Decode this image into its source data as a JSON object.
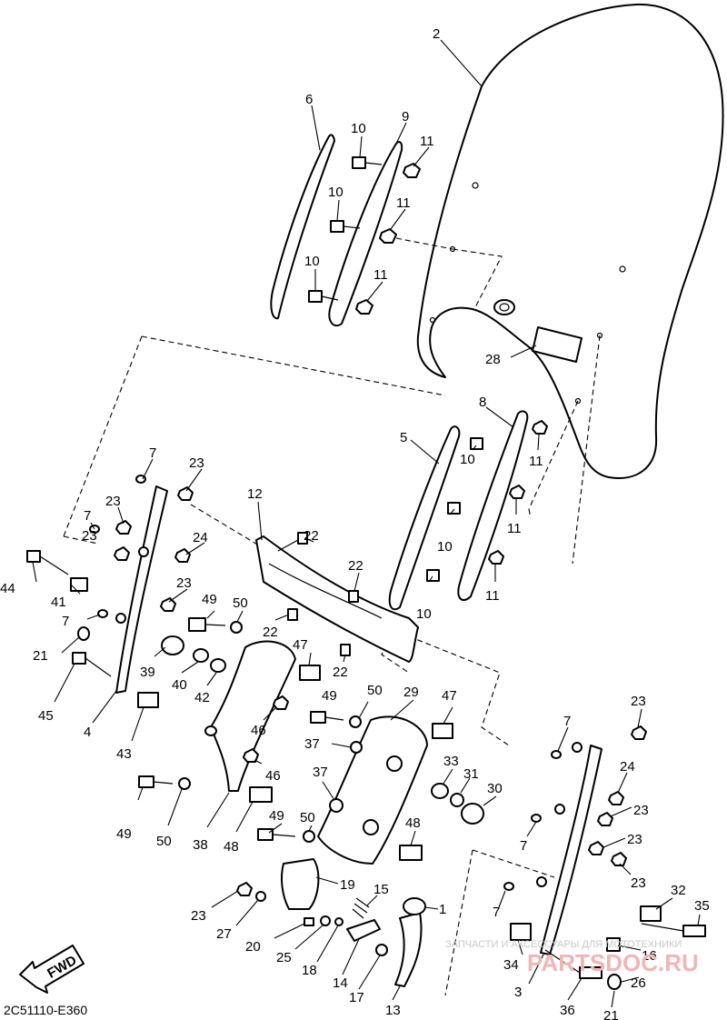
{
  "diagram_code": "2C51110-E360",
  "fwd_label": "FWD",
  "watermark": {
    "line1": "ЗАПЧАСТИ И АКСЕССУАРЫ ДЛЯ МОТОТЕХНИКИ",
    "line2": "PARTSDOC.RU"
  },
  "callouts": [
    {
      "id": "c1",
      "text": "1"
    },
    {
      "id": "c2",
      "text": "2"
    },
    {
      "id": "c3",
      "text": "3"
    },
    {
      "id": "c4",
      "text": "4"
    },
    {
      "id": "c5",
      "text": "5"
    },
    {
      "id": "c6",
      "text": "6"
    },
    {
      "id": "c7a",
      "text": "7"
    },
    {
      "id": "c7b",
      "text": "7"
    },
    {
      "id": "c7c",
      "text": "7"
    },
    {
      "id": "c7d",
      "text": "7"
    },
    {
      "id": "c7e",
      "text": "7"
    },
    {
      "id": "c7f",
      "text": "7"
    },
    {
      "id": "c8",
      "text": "8"
    },
    {
      "id": "c9",
      "text": "9"
    },
    {
      "id": "c10a",
      "text": "10"
    },
    {
      "id": "c10b",
      "text": "10"
    },
    {
      "id": "c10c",
      "text": "10"
    },
    {
      "id": "c10d",
      "text": "10"
    },
    {
      "id": "c10e",
      "text": "10"
    },
    {
      "id": "c10f",
      "text": "10"
    },
    {
      "id": "c11a",
      "text": "11"
    },
    {
      "id": "c11b",
      "text": "11"
    },
    {
      "id": "c11c",
      "text": "11"
    },
    {
      "id": "c11d",
      "text": "11"
    },
    {
      "id": "c11e",
      "text": "11"
    },
    {
      "id": "c11f",
      "text": "11"
    },
    {
      "id": "c12",
      "text": "12"
    },
    {
      "id": "c13",
      "text": "13"
    },
    {
      "id": "c14",
      "text": "14"
    },
    {
      "id": "c15",
      "text": "15"
    },
    {
      "id": "c16",
      "text": "16"
    },
    {
      "id": "c17",
      "text": "17"
    },
    {
      "id": "c18",
      "text": "18"
    },
    {
      "id": "c19",
      "text": "19"
    },
    {
      "id": "c20",
      "text": "20"
    },
    {
      "id": "c21a",
      "text": "21"
    },
    {
      "id": "c21b",
      "text": "21"
    },
    {
      "id": "c22a",
      "text": "22"
    },
    {
      "id": "c22b",
      "text": "22"
    },
    {
      "id": "c22c",
      "text": "22"
    },
    {
      "id": "c22d",
      "text": "22"
    },
    {
      "id": "c23a",
      "text": "23"
    },
    {
      "id": "c23b",
      "text": "23"
    },
    {
      "id": "c23c",
      "text": "23"
    },
    {
      "id": "c23d",
      "text": "23"
    },
    {
      "id": "c23e",
      "text": "23"
    },
    {
      "id": "c23f",
      "text": "23"
    },
    {
      "id": "c23g",
      "text": "23"
    },
    {
      "id": "c23h",
      "text": "23"
    },
    {
      "id": "c24a",
      "text": "24"
    },
    {
      "id": "c24b",
      "text": "24"
    },
    {
      "id": "c25",
      "text": "25"
    },
    {
      "id": "c26",
      "text": "26"
    },
    {
      "id": "c27",
      "text": "27"
    },
    {
      "id": "c28",
      "text": "28"
    },
    {
      "id": "c29",
      "text": "29"
    },
    {
      "id": "c30",
      "text": "30"
    },
    {
      "id": "c31",
      "text": "31"
    },
    {
      "id": "c32",
      "text": "32"
    },
    {
      "id": "c33",
      "text": "33"
    },
    {
      "id": "c34",
      "text": "34"
    },
    {
      "id": "c35",
      "text": "35"
    },
    {
      "id": "c36",
      "text": "36"
    },
    {
      "id": "c37a",
      "text": "37"
    },
    {
      "id": "c37b",
      "text": "37"
    },
    {
      "id": "c38",
      "text": "38"
    },
    {
      "id": "c39",
      "text": "39"
    },
    {
      "id": "c40",
      "text": "40"
    },
    {
      "id": "c41",
      "text": "41"
    },
    {
      "id": "c42",
      "text": "42"
    },
    {
      "id": "c43",
      "text": "43"
    },
    {
      "id": "c44",
      "text": "44"
    },
    {
      "id": "c45",
      "text": "45"
    },
    {
      "id": "c46a",
      "text": "46"
    },
    {
      "id": "c46b",
      "text": "46"
    },
    {
      "id": "c47a",
      "text": "47"
    },
    {
      "id": "c47b",
      "text": "47"
    },
    {
      "id": "c48a",
      "text": "48"
    },
    {
      "id": "c48b",
      "text": "48"
    },
    {
      "id": "c49a",
      "text": "49"
    },
    {
      "id": "c49b",
      "text": "49"
    },
    {
      "id": "c49c",
      "text": "49"
    },
    {
      "id": "c49d",
      "text": "49"
    },
    {
      "id": "c50a",
      "text": "50"
    },
    {
      "id": "c50b",
      "text": "50"
    },
    {
      "id": "c50c",
      "text": "50"
    },
    {
      "id": "c50d",
      "text": "50"
    }
  ]
}
